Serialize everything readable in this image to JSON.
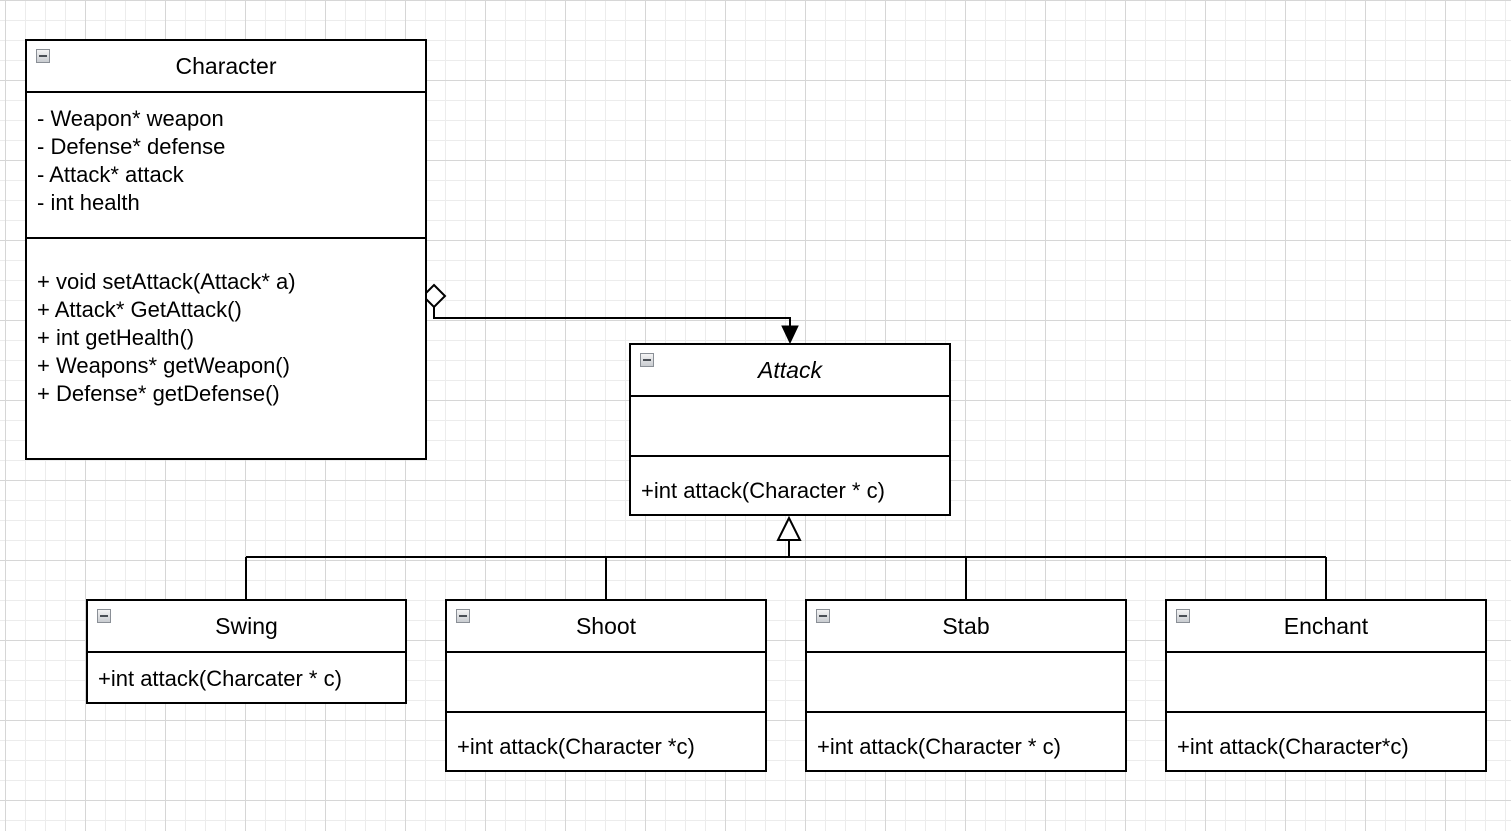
{
  "classes": {
    "character": {
      "name": "Character",
      "attributes": [
        "- Weapon* weapon",
        "- Defense* defense",
        "- Attack* attack",
        "- int health"
      ],
      "methods": [
        "+ void setAttack(Attack* a)",
        "+ Attack* GetAttack()",
        "+ int getHealth()",
        "+ Weapons* getWeapon()",
        "+ Defense* getDefense()"
      ]
    },
    "attack": {
      "name": "Attack",
      "methods": [
        "+int attack(Character * c)"
      ]
    },
    "swing": {
      "name": "Swing",
      "methods": [
        "+int attack(Charcater * c)"
      ]
    },
    "shoot": {
      "name": "Shoot",
      "methods": [
        "+int attack(Character *c)"
      ]
    },
    "stab": {
      "name": "Stab",
      "methods": [
        "+int attack(Character * c)"
      ]
    },
    "enchant": {
      "name": "Enchant",
      "methods": [
        "+int attack(Character*c)"
      ]
    }
  },
  "relations": [
    {
      "type": "aggregation",
      "from": "Character",
      "to": "Attack"
    },
    {
      "type": "generalization",
      "from": "Swing",
      "to": "Attack"
    },
    {
      "type": "generalization",
      "from": "Shoot",
      "to": "Attack"
    },
    {
      "type": "generalization",
      "from": "Stab",
      "to": "Attack"
    },
    {
      "type": "generalization",
      "from": "Enchant",
      "to": "Attack"
    }
  ],
  "colors": {
    "stroke": "#000000",
    "fill": "#ffffff",
    "grid_major": "#d6d6d6",
    "grid_minor": "#ececec"
  }
}
